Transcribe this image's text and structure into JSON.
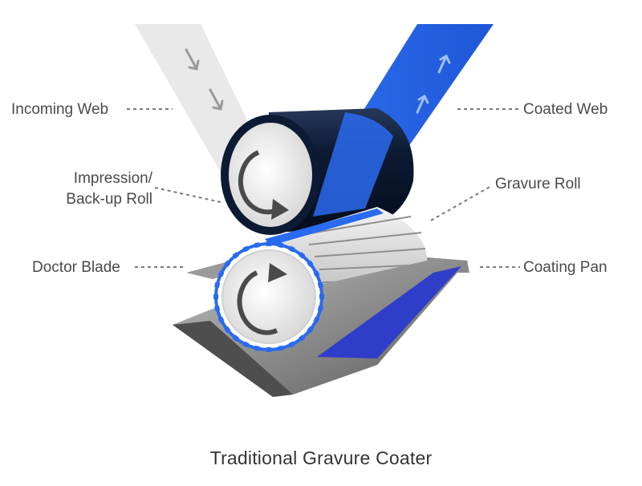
{
  "title": "Traditional Gravure Coater",
  "labels": {
    "incoming_web": "Incoming Web",
    "coated_web": "Coated Web",
    "impression_roll_line1": "Impression/",
    "impression_roll_line2": "Back-up Roll",
    "gravure_roll": "Gravure Roll",
    "doctor_blade": "Doctor Blade",
    "coating_pan": "Coating Pan"
  },
  "colors": {
    "coating_blue": "#2a6af0",
    "pan_blue": "#2e3ec8",
    "roll_dark": "#0c1a33",
    "incoming_web": "#e9e9e9",
    "label_text": "#4a4a4a"
  },
  "icons": {
    "incoming_arrows": "arrow-down-right-icon",
    "coated_arrows": "arrow-up-icon",
    "rotation": "clockwise-arrow-icon"
  }
}
